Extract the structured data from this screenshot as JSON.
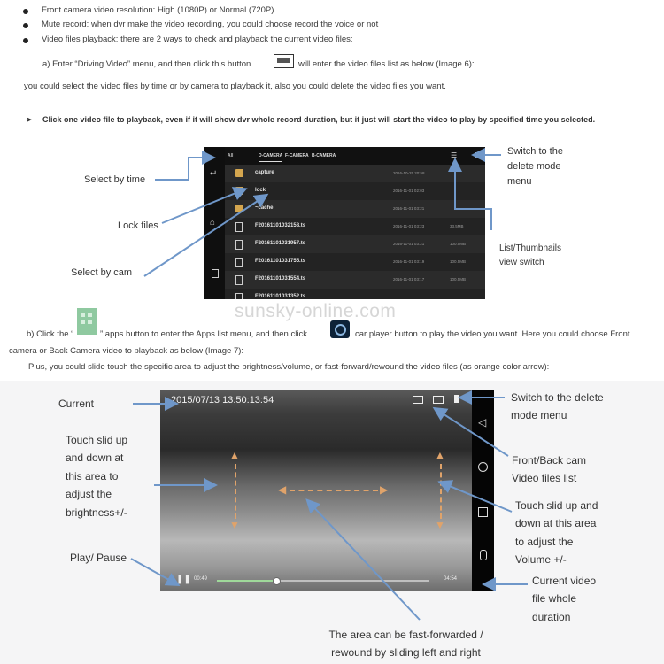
{
  "bullets": [
    "Front camera video resolution: High (1080P) or Normal (720P)",
    "Mute record: when dvr make the video recording, you could choose record the voice or not",
    "Video files playback: there are 2 ways to check and playback the current video files:"
  ],
  "step_a": {
    "before": "a) Enter “Driving Video” menu, and then click this button",
    "after": "will enter the video files list as below (Image 6):"
  },
  "select_line": "you could select the video files by time or by camera to playback it, also you could delete the video files you want.",
  "bold_note": "Click one video file to playback, even if it will show dvr whole record duration, but it just will start the video to play by specified time you selected.",
  "image6": {
    "tabs": [
      "D-CAMERA",
      "F-CAMERA",
      "B-CAMERA"
    ],
    "corner": "All",
    "rows": [
      {
        "name": "capture",
        "date": "2016-10-25 20:58",
        "size": ""
      },
      {
        "name": "lock",
        "date": "2016-11-01 02:03",
        "size": ""
      },
      {
        "name": "~cache",
        "date": "2016-11-01 03:21",
        "size": ""
      },
      {
        "name": "F20161101032158.ts",
        "date": "2016-11-01 03:23",
        "size": "33.5MB"
      },
      {
        "name": "F20161101031957.ts",
        "date": "2016-11-01 03:21",
        "size": "100.5MB"
      },
      {
        "name": "F20161101031755.ts",
        "date": "2016-11-01 03:19",
        "size": "100.5MB"
      },
      {
        "name": "F20161101031554.ts",
        "date": "2016-11-01 03:17",
        "size": "100.5MB"
      },
      {
        "name": "F20161101031352.ts",
        "date": "",
        "size": ""
      }
    ],
    "labels": {
      "select_time": "Select by time",
      "lock_files": "Lock files",
      "select_cam": "Select by cam",
      "switch_delete": "Switch to the delete mode menu",
      "list_thumb": "List/Thumbnails view switch"
    }
  },
  "watermark": "sunsky-online.com",
  "step_b": {
    "part1": "b) Click the “",
    "part2": "” apps button to enter the Apps list menu, and then click",
    "part3": "car player button to play the video you want. Here you could choose Front",
    "line2": "camera or Back Camera video to playback as below (Image 7):",
    "line3": "Plus, you could slide touch the specific area to adjust the brightness/volume, or fast-forward/rewound the video files (as orange color arrow):"
  },
  "image7": {
    "timestamp": "2015/07/13  13:50:13:54",
    "time_start": "00:49",
    "time_end": "04:54",
    "progress": 0.28,
    "labels": {
      "current": "Current",
      "touch_brightness": "Touch slid up and down at this area to adjust the brightness+/-",
      "play_pause": "Play/ Pause",
      "switch_delete": "Switch to the delete mode menu",
      "front_back": "Front/Back cam Video files list",
      "touch_volume": "Touch slid up and down at this area to adjust the Volume +/-",
      "duration": "Current video file whole duration",
      "fast_forward": "The area can be fast-forwarded / rewound by sliding left and right"
    }
  },
  "colors": {
    "arrow": "#6f97c9",
    "orange": "#e0a36a",
    "green_icon": "#8fc9a0"
  }
}
